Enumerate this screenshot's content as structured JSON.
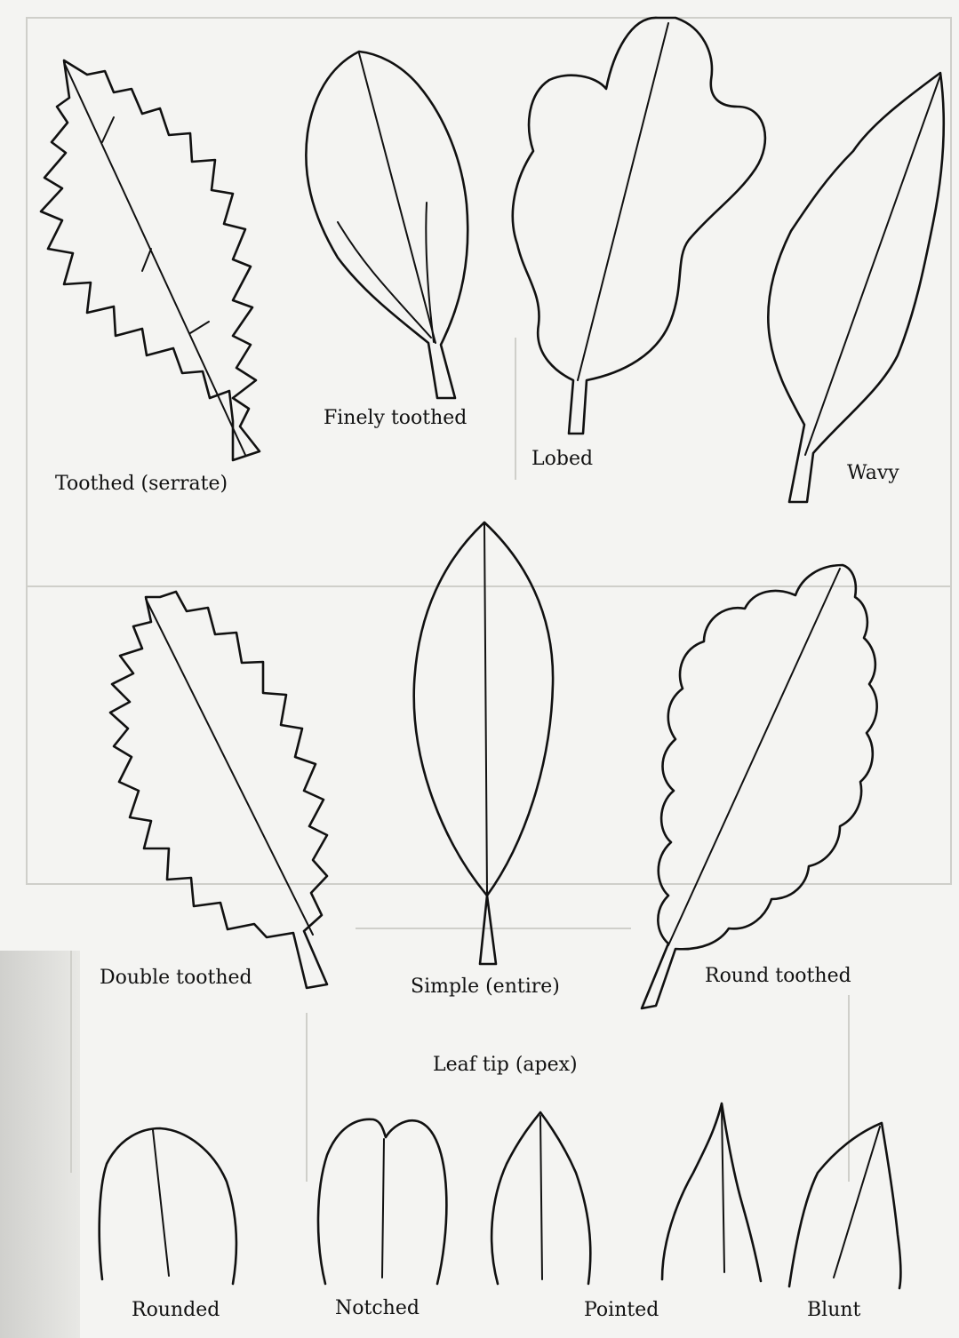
{
  "labels": {
    "toothed": "Toothed (serrate)",
    "finely_toothed": "Finely toothed",
    "lobed": "Lobed",
    "wavy": "Wavy",
    "double_toothed": "Double toothed",
    "simple": "Simple (entire)",
    "round_toothed": "Round toothed",
    "apex_heading": "Leaf tip (apex)",
    "rounded": "Rounded",
    "notched": "Notched",
    "pointed": "Pointed",
    "blunt": "Blunt"
  }
}
